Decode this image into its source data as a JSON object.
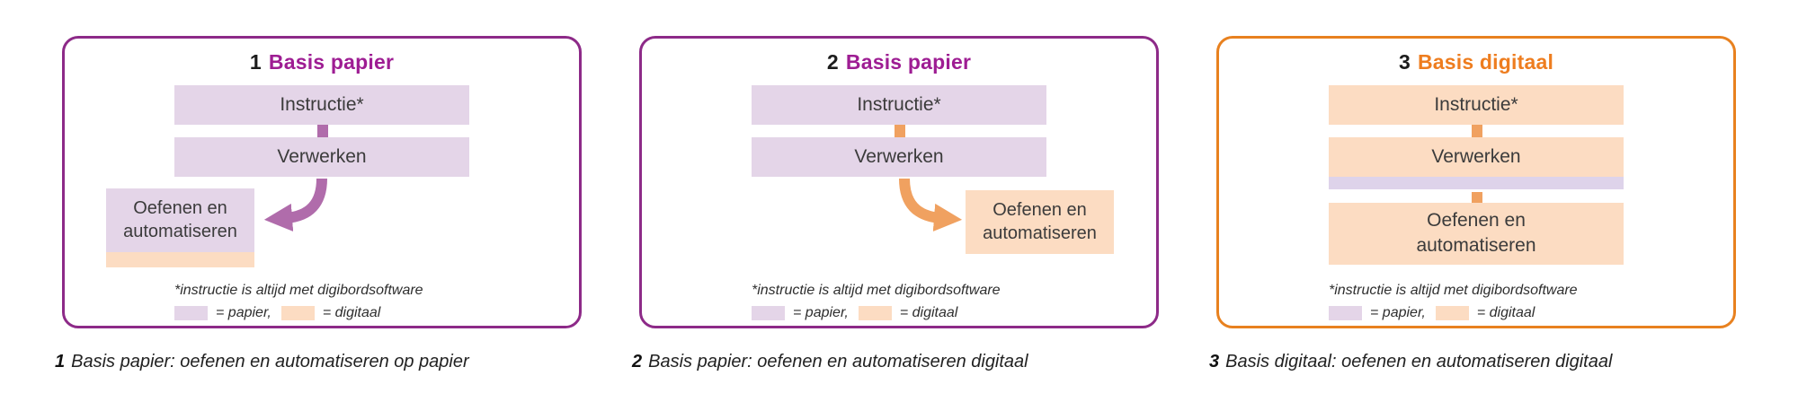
{
  "colors": {
    "purple_border": "#8d2a88",
    "purple_title": "#9e1d93",
    "purple_box_fill": "#e4d5e8",
    "purple_arrow": "#b06cab",
    "purple_strip": "#ded3ea",
    "orange_border": "#e8811f",
    "orange_title": "#ee7d1f",
    "orange_box_fill": "#fcdcc2",
    "orange_arrow": "#f0a160",
    "text": "#3b3b3b"
  },
  "footnote": {
    "note": "*instructie is altijd met digibordsoftware",
    "papier": "= papier,",
    "digitaal": "= digitaal"
  },
  "panels": [
    {
      "number": "1",
      "title": "Basis papier",
      "instructie": "Instructie*",
      "verwerken": "Verwerken",
      "oefenen_line1": "Oefenen en",
      "oefenen_line2": "automatiseren",
      "caption_number": "1",
      "caption": "Basis papier: oefenen en automatiseren op papier"
    },
    {
      "number": "2",
      "title": "Basis papier",
      "instructie": "Instructie*",
      "verwerken": "Verwerken",
      "oefenen_line1": "Oefenen en",
      "oefenen_line2": "automatiseren",
      "caption_number": "2",
      "caption": "Basis papier: oefenen en automatiseren digitaal"
    },
    {
      "number": "3",
      "title": "Basis digitaal",
      "instructie": "Instructie*",
      "verwerken": "Verwerken",
      "oefenen_line1": "Oefenen en",
      "oefenen_line2": "automatiseren",
      "caption_number": "3",
      "caption": "Basis digitaal: oefenen en automatiseren digitaal"
    }
  ]
}
